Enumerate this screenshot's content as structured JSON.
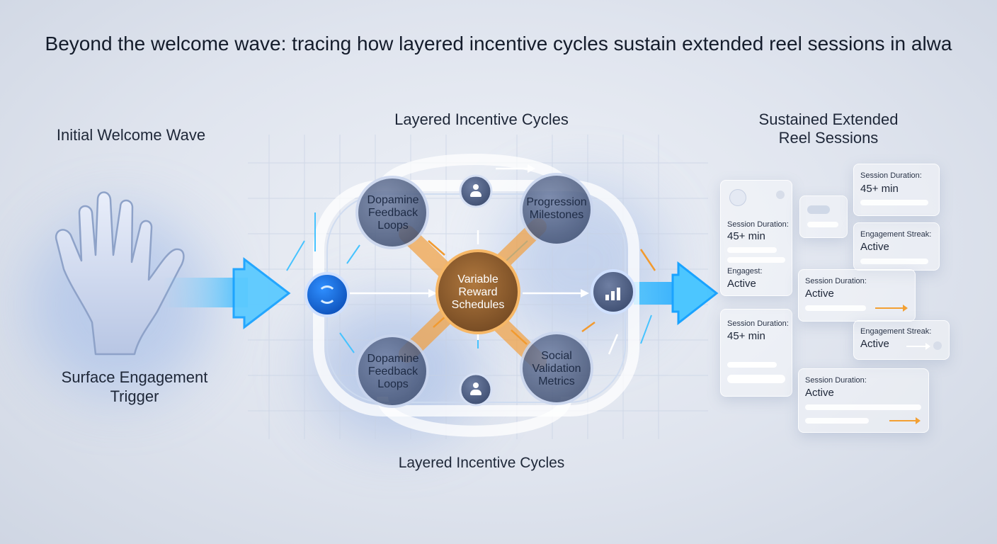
{
  "title": "Beyond the welcome wave: tracing how layered incentive cycles sustain extended reel sessions in alwa",
  "left": {
    "heading": "Initial Welcome Wave",
    "caption": "Surface Engagement Trigger"
  },
  "middle": {
    "heading_top": "Layered Incentive Cycles",
    "heading_bottom": "Layered Incentive Cycles",
    "nodes": {
      "top_left": "Dopamine Feedback Loops",
      "top_right": "Progression Milestones",
      "center": "Variable Reward Schedules",
      "bottom_left": "Dopamine Feedback Loops",
      "bottom_right": "Social Validation Metrics"
    },
    "icons": {
      "input": "cycle-icon",
      "output": "bar-chart-icon",
      "top": "user-icon",
      "bottom": "user-icon"
    },
    "colors": {
      "flow": "#2bb7ff",
      "reward": "#f29a2e",
      "node": "#4a5c80"
    }
  },
  "right": {
    "heading": "Sustained Extended Reel Sessions",
    "cards": [
      {
        "label": "Session Duration:",
        "value": "45+ min",
        "label2": "Engagest:",
        "value2": "Active"
      },
      {
        "label": "Session Duration:",
        "value": "45+ min"
      },
      {
        "label": "Engagement Streak:",
        "value": "Active"
      },
      {
        "label": "Session Duration:",
        "value": "Active"
      },
      {
        "label": "Session Duration:",
        "value": "45+ min"
      },
      {
        "label": "Engagement Streak:",
        "value": "Active"
      },
      {
        "label": "Session Duration:",
        "value": "Active"
      }
    ]
  }
}
